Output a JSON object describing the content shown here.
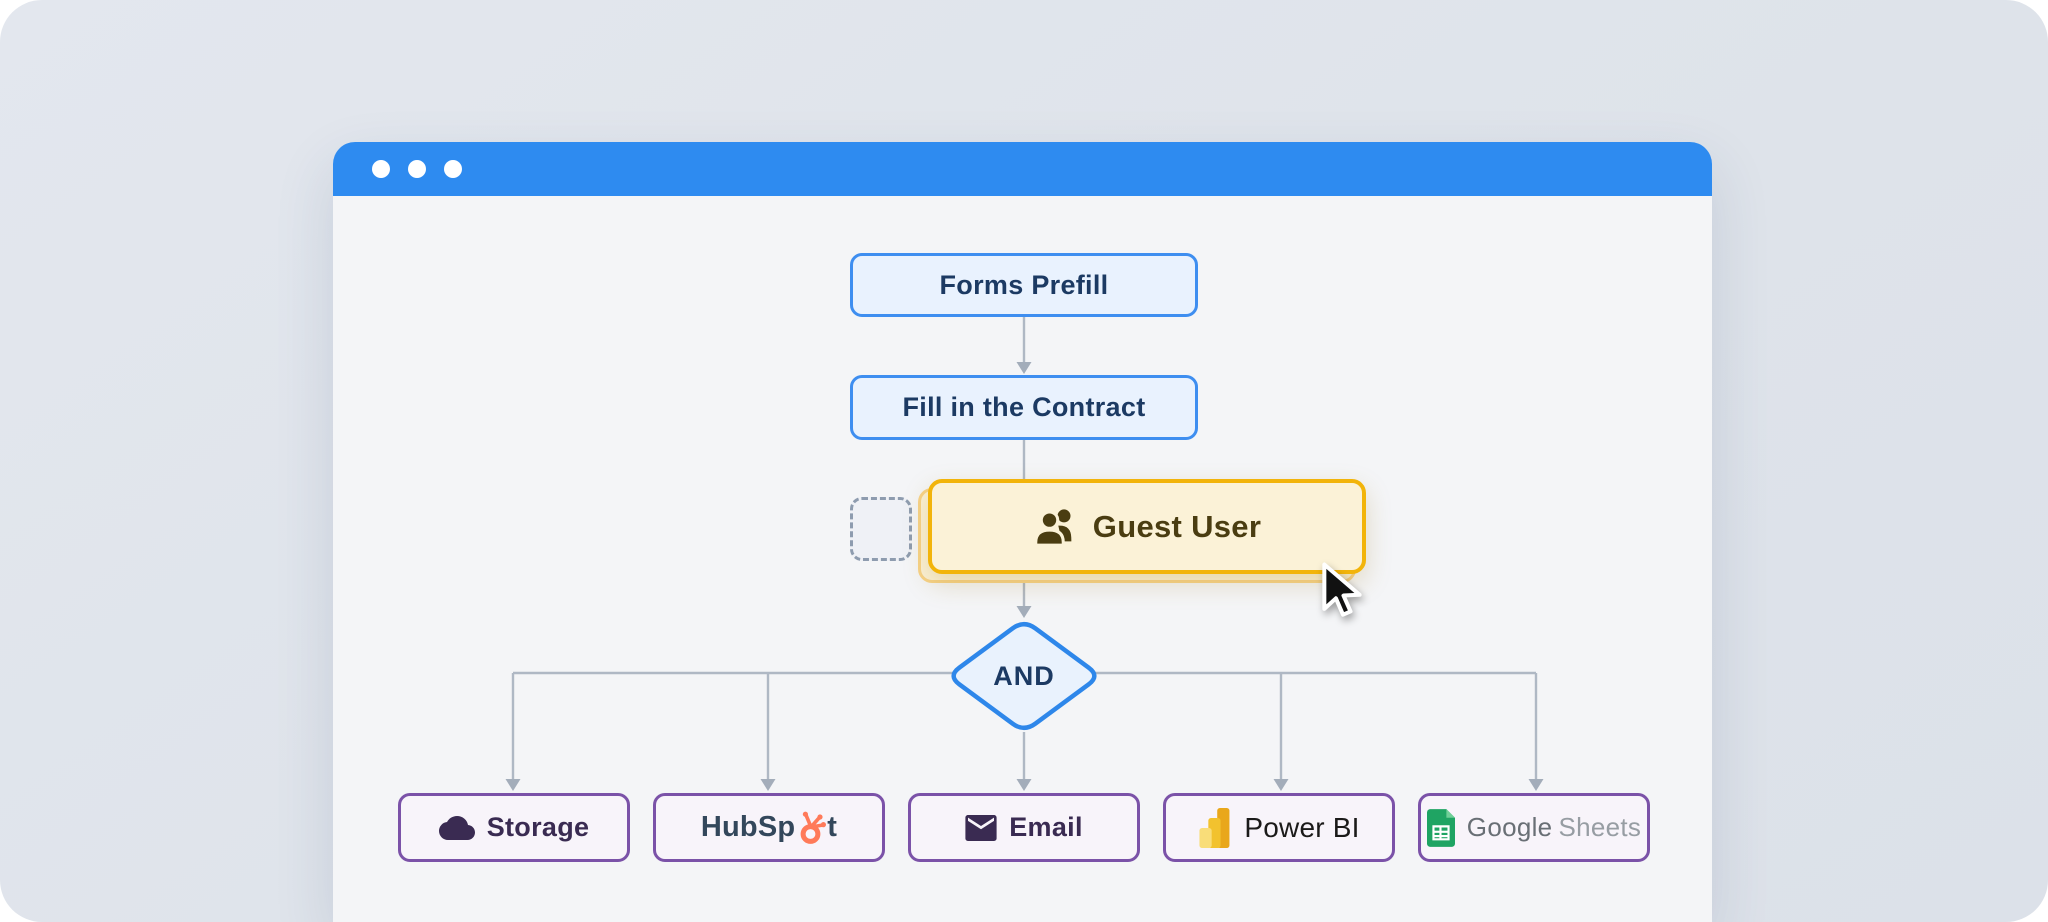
{
  "browser": {
    "titlebar_color": "#2e8bf0",
    "traffic_dots_count": 3
  },
  "flow": {
    "step1": {
      "label": "Forms Prefill"
    },
    "step2": {
      "label": "Fill in the Contract"
    },
    "guest": {
      "label": "Guest User",
      "icon": "users-icon",
      "state": "dragging"
    },
    "gate": {
      "label": "AND"
    },
    "targets": [
      {
        "label": "Storage",
        "icon": "cloud-icon"
      },
      {
        "name": "HubSpot",
        "label_prefix": "HubSp",
        "label_suffix": "t",
        "icon": "hubspot-sprocket-icon"
      },
      {
        "label": "Email",
        "icon": "envelope-icon"
      },
      {
        "label": "Power BI",
        "icon": "powerbi-icon"
      },
      {
        "name": "Google Sheets",
        "word1": "Google",
        "word2": "Sheets",
        "icon": "google-sheets-icon"
      }
    ]
  },
  "colors": {
    "background": "#dee3ea",
    "window_body": "#f4f5f7",
    "node_blue_fill": "#e9f2fe",
    "node_blue_border": "#3e8ef0",
    "node_blue_text": "#1c3a63",
    "guest_fill": "#fbf2d7",
    "guest_border": "#f2b40a",
    "guest_text": "#4a3d11",
    "target_fill": "#f8f4fa",
    "target_border": "#7b52a8",
    "target_text": "#3a2b52",
    "connector_gray": "#afb8c4",
    "hubspot_slate": "#33475b",
    "hubspot_orange": "#ff7a59",
    "powerbi_gold": "#e9a71b",
    "sheets_green": "#1fa463"
  }
}
